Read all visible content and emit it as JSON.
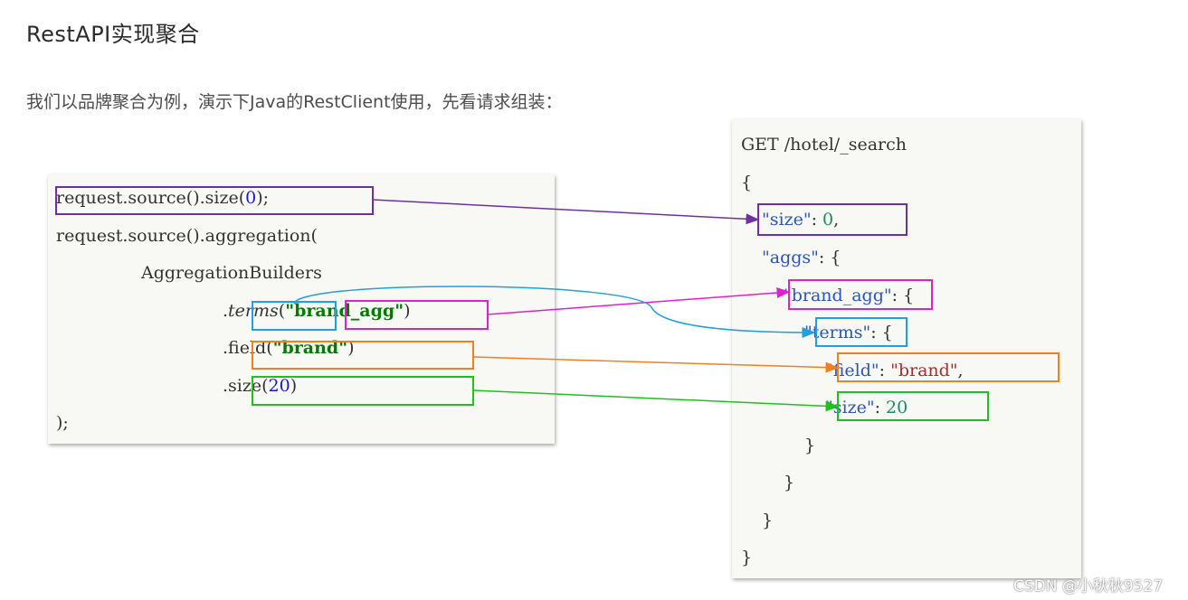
{
  "heading": "RestAPI实现聚合",
  "intro": "我们以品牌聚合为例，演示下Java的RestClient使用，先看请求组装：",
  "java_code": {
    "line1_a": "request.source().size(",
    "line1_num": "0",
    "line1_b": ");",
    "line2": "request.source().aggregation(",
    "line3": "AggregationBuilders",
    "line4_dot": ".",
    "line4_fn": "terms",
    "line4_open": "(",
    "line4_str": "\"brand_agg\"",
    "line4_close": ")",
    "line5_a": ".field(",
    "line5_str": "\"brand\"",
    "line5_b": ")",
    "line6_a": ".size(",
    "line6_num": "20",
    "line6_b": ")",
    "line7": ");"
  },
  "json_code": {
    "request_line": "GET /hotel/_search",
    "open": "{",
    "size_key": "\"size\"",
    "size_sep": ": ",
    "size_val": "0",
    "size_end": ",",
    "aggs_key": "\"aggs\"",
    "aggs_rest": ": {",
    "agg_name_key": "\"brand_agg\"",
    "agg_name_rest": ": {",
    "terms_key": "\"terms\"",
    "terms_rest": ": {",
    "field_key": "\"field\"",
    "field_sep": ": ",
    "field_val": "\"brand\"",
    "field_end": ",",
    "inner_size_key": "\"size\"",
    "inner_size_sep": ": ",
    "inner_size_val": "20",
    "close1": "}",
    "close2": "}",
    "close3": "}",
    "close4": "}"
  },
  "watermark": "CSDN @小秋秋9527",
  "colors": {
    "purple": "#7030a0",
    "magenta": "#e020d0",
    "blue": "#20a0e0",
    "orange": "#f08020",
    "green": "#20c020"
  }
}
